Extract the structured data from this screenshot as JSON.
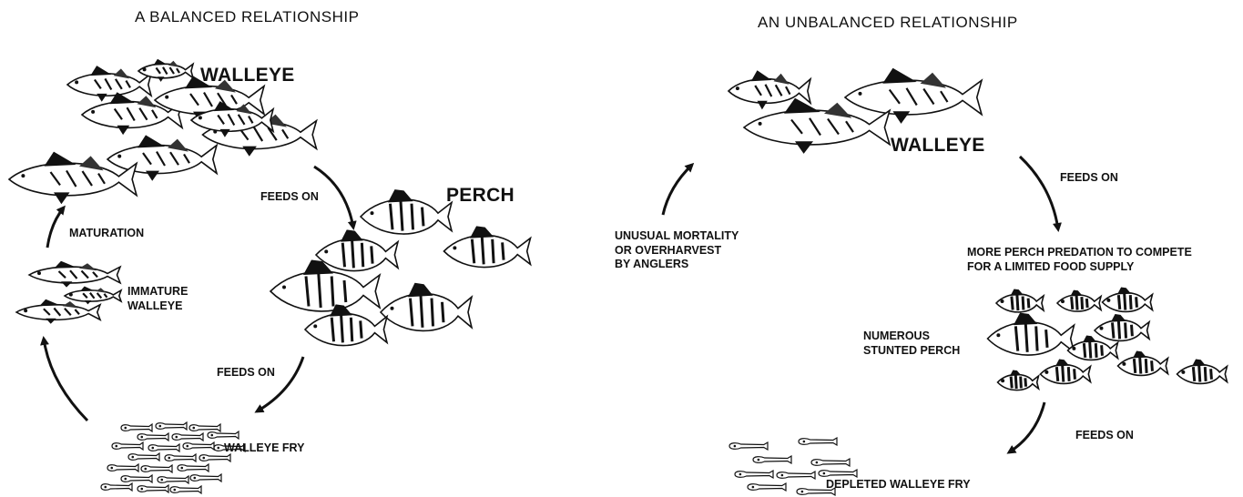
{
  "left_panel": {
    "title": "A BALANCED RELATIONSHIP",
    "walleye_label": "WALLEYE",
    "perch_label": "PERCH",
    "feeds_on_1": "FEEDS ON",
    "feeds_on_2": "FEEDS ON",
    "maturation": "MATURATION",
    "immature_walleye": [
      "IMMATURE",
      "WALLEYE"
    ],
    "walleye_fry": "WALLEYE FRY"
  },
  "right_panel": {
    "title": "AN UNBALANCED RELATIONSHIP",
    "walleye_label": "WALLEYE",
    "feeds_on_1": "FEEDS ON",
    "feeds_on_2": "FEEDS ON",
    "mortality": [
      "UNUSUAL MORTALITY",
      "OR OVERHARVEST",
      "BY ANGLERS"
    ],
    "perch_predation": [
      "MORE PERCH PREDATION TO COMPETE",
      "FOR A LIMITED FOOD SUPPLY"
    ],
    "stunted_perch": [
      "NUMEROUS",
      "STUNTED PERCH"
    ],
    "depleted_fry": "DEPLETED WALLEYE FRY"
  },
  "colors": {
    "ink": "#111111",
    "background": "#ffffff"
  }
}
